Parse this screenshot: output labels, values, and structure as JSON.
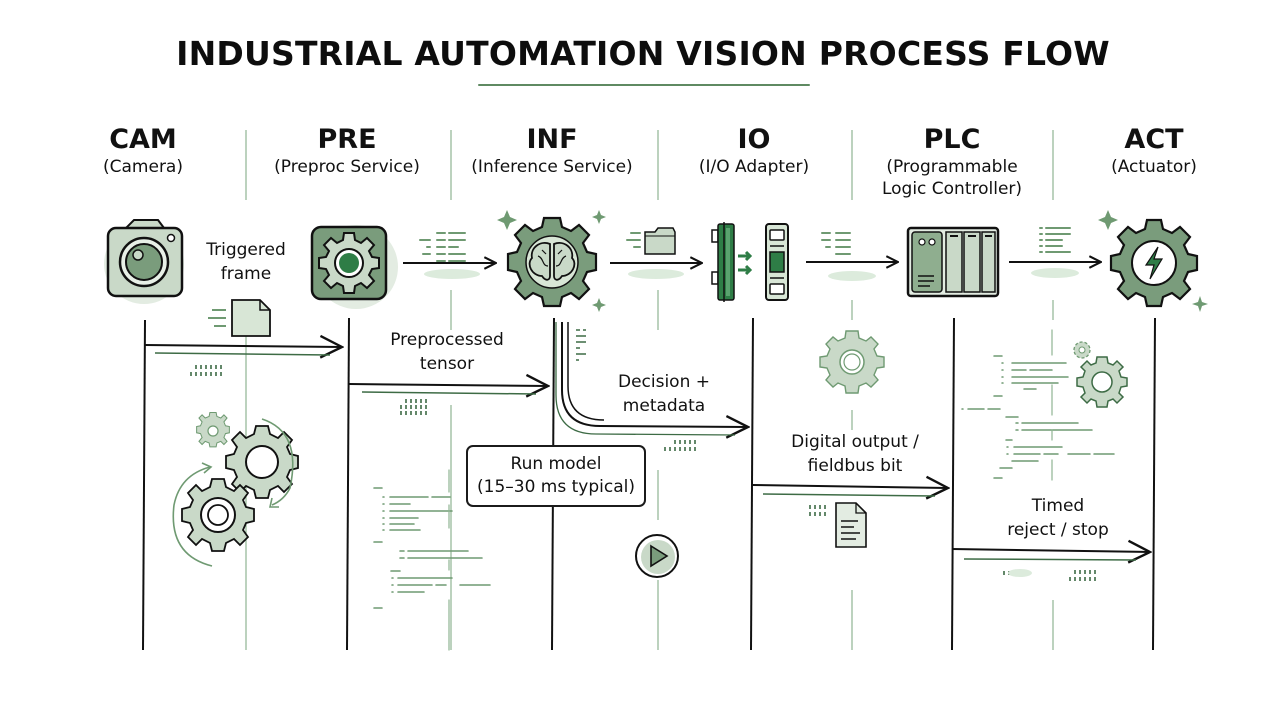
{
  "title": "INDUSTRIAL AUTOMATION VISION PROCESS FLOW",
  "colors": {
    "accent": "#5f8a62",
    "accent_dark": "#2e7d46",
    "icon_fill": "#7a9c7c",
    "icon_light": "#c9d9c8",
    "line": "#111111",
    "guide": "#8fb592"
  },
  "participants": [
    {
      "id": "CAM",
      "abbr": "CAM",
      "full": "(Camera)",
      "icon": "camera-icon"
    },
    {
      "id": "PRE",
      "abbr": "PRE",
      "full": "(Preproc Service)",
      "icon": "gear-icon"
    },
    {
      "id": "INF",
      "abbr": "INF",
      "full": "(Inference Service)",
      "icon": "brain-gear-icon"
    },
    {
      "id": "IO",
      "abbr": "IO",
      "full": "(I/O Adapter)",
      "icon": "io-module-icon"
    },
    {
      "id": "PLC",
      "abbr": "PLC",
      "full": "(Programmable\nLogic Controller)",
      "icon": "plc-rack-icon"
    },
    {
      "id": "ACT",
      "abbr": "ACT",
      "full": "(Actuator)",
      "icon": "lightning-gear-icon"
    }
  ],
  "messages": [
    {
      "from": "CAM",
      "to": "PRE",
      "label": "Triggered\nframe"
    },
    {
      "from": "PRE",
      "to": "INF",
      "label": "Preprocessed\ntensor"
    },
    {
      "from": "INF",
      "to": "INF",
      "label": "Run model\n(15–30 ms typical)",
      "kind": "self-note"
    },
    {
      "from": "INF",
      "to": "IO",
      "label": "Decision +\nmetadata"
    },
    {
      "from": "IO",
      "to": "PLC",
      "label": "Digital output /\nfieldbus bit"
    },
    {
      "from": "PLC",
      "to": "ACT",
      "label": "Timed\nreject / stop"
    }
  ],
  "note": {
    "line1": "Run model",
    "line2": "(15–30 ms typical)"
  }
}
